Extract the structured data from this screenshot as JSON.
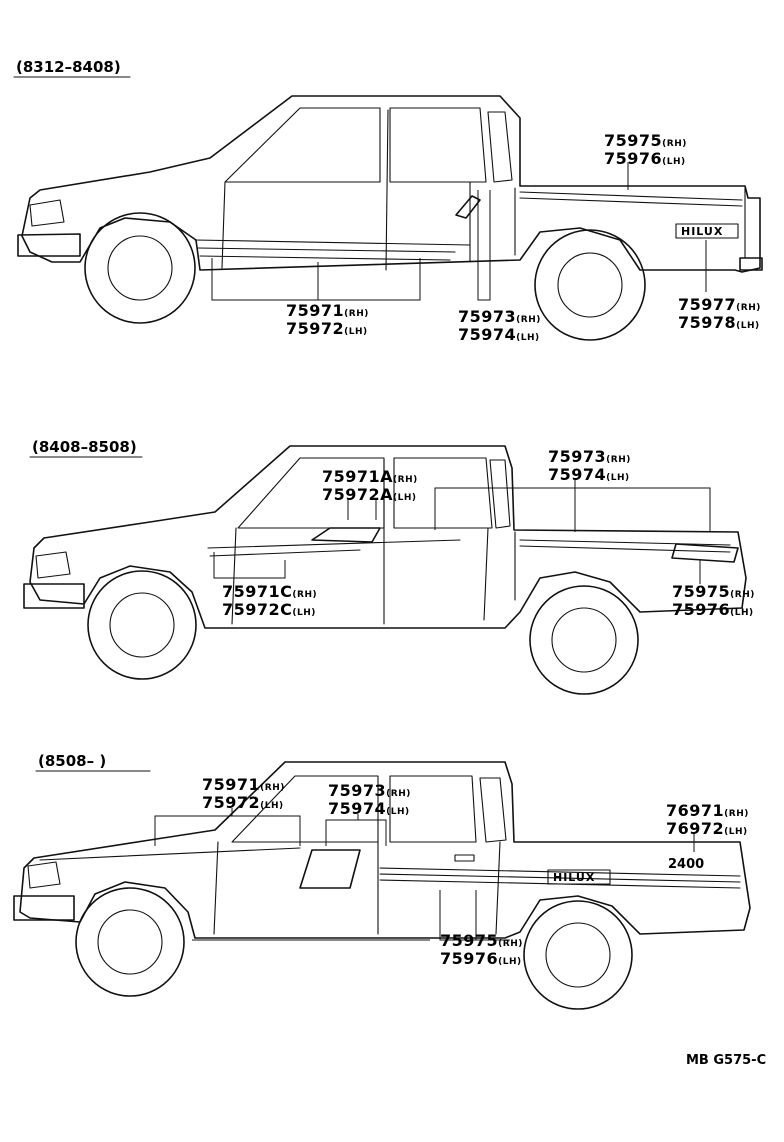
{
  "sections": [
    {
      "range": "(8312–8408)",
      "callouts": [
        {
          "lines": [
            {
              "pn": "75975",
              "side": "(RH)"
            },
            {
              "pn": "75976",
              "side": "(LH)"
            }
          ]
        },
        {
          "lines": [
            {
              "pn": "75971",
              "side": "(RH)"
            },
            {
              "pn": "75972",
              "side": "(LH)"
            }
          ]
        },
        {
          "lines": [
            {
              "pn": "75973",
              "side": "(RH)"
            },
            {
              "pn": "75974",
              "side": "(LH)"
            }
          ]
        },
        {
          "lines": [
            {
              "pn": "75977",
              "side": "(RH)"
            },
            {
              "pn": "75978",
              "side": "(LH)"
            }
          ]
        }
      ],
      "badge": "HILUX"
    },
    {
      "range": "(8408–8508)",
      "callouts": [
        {
          "lines": [
            {
              "pn": "75971A",
              "side": "(RH)"
            },
            {
              "pn": "75972A",
              "side": "(LH)"
            }
          ]
        },
        {
          "lines": [
            {
              "pn": "75973",
              "side": "(RH)"
            },
            {
              "pn": "75974",
              "side": "(LH)"
            }
          ]
        },
        {
          "lines": [
            {
              "pn": "75971C",
              "side": "(RH)"
            },
            {
              "pn": "75972C",
              "side": "(LH)"
            }
          ]
        },
        {
          "lines": [
            {
              "pn": "75975",
              "side": "(RH)"
            },
            {
              "pn": "75976",
              "side": "(LH)"
            }
          ]
        }
      ]
    },
    {
      "range": "(8508–        )",
      "callouts": [
        {
          "lines": [
            {
              "pn": "75971",
              "side": "(RH)"
            },
            {
              "pn": "75972",
              "side": "(LH)"
            }
          ]
        },
        {
          "lines": [
            {
              "pn": "75973",
              "side": "(RH)"
            },
            {
              "pn": "75974",
              "side": "(LH)"
            }
          ]
        },
        {
          "lines": [
            {
              "pn": "76971",
              "side": "(RH)"
            },
            {
              "pn": "76972",
              "side": "(LH)"
            }
          ]
        },
        {
          "lines": [
            {
              "pn": "75975",
              "side": "(RH)"
            },
            {
              "pn": "75976",
              "side": "(LH)"
            }
          ]
        }
      ],
      "badge": "HILUX",
      "engine_badge": "2400"
    }
  ],
  "figure_code": "MB G575-C"
}
